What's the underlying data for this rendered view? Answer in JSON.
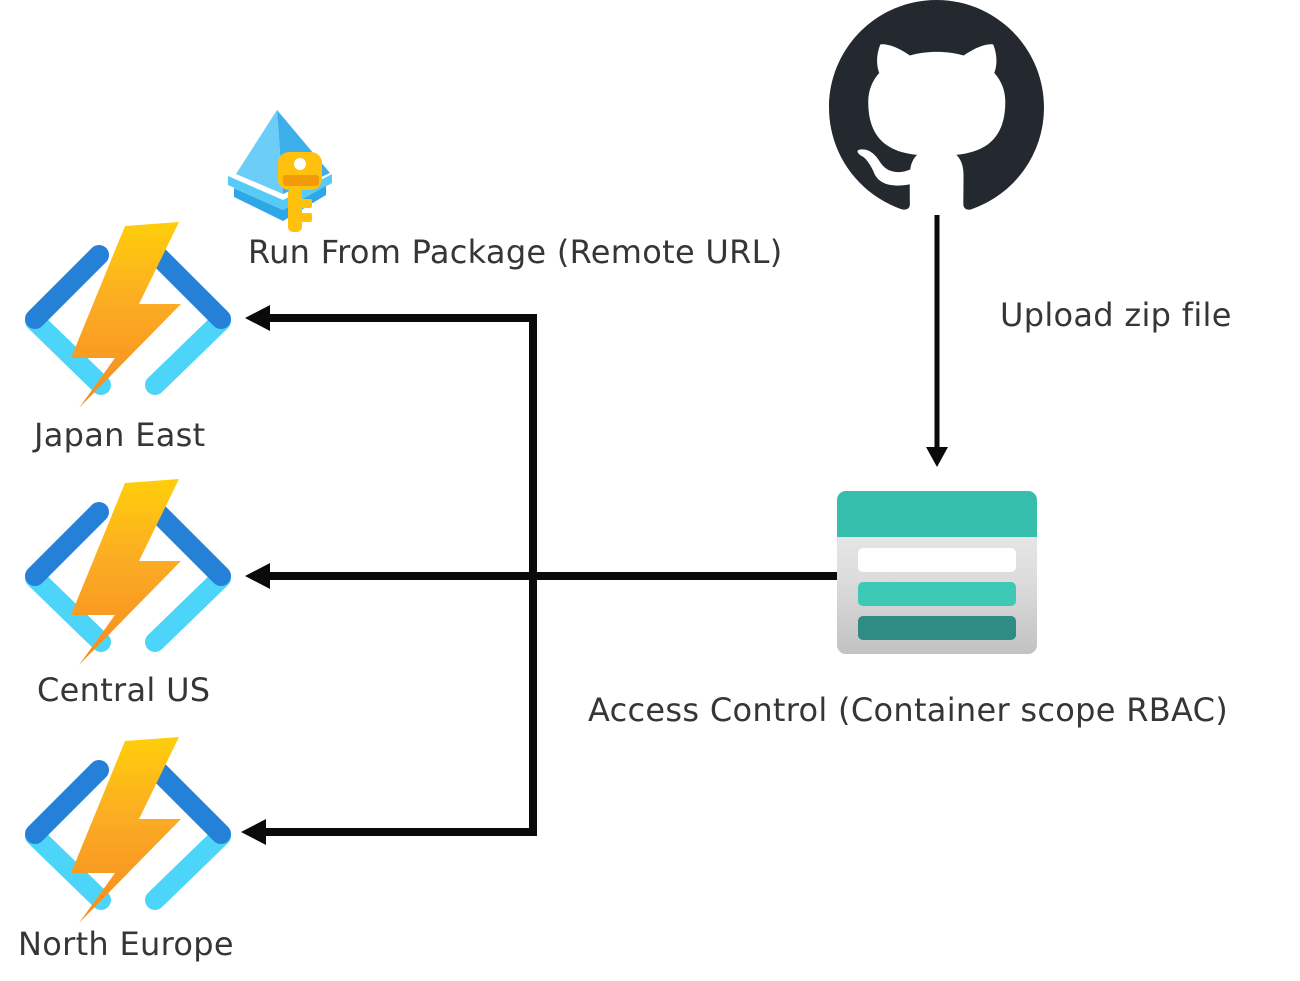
{
  "diagram": {
    "type": "architecture-flow",
    "background": "#FFFFFF"
  },
  "nodes": {
    "github": {
      "icon": "github-icon"
    },
    "storage": {
      "icon": "storage-container-icon",
      "label": "Access Control (Container scope RBAC)"
    },
    "package": {
      "icon": "run-from-package-icon",
      "label": "Run From Package (Remote URL)"
    },
    "regions": [
      {
        "icon": "azure-functions-icon",
        "label": "Japan East"
      },
      {
        "icon": "azure-functions-icon",
        "label": "Central US"
      },
      {
        "icon": "azure-functions-icon",
        "label": "North Europe"
      }
    ]
  },
  "edges": {
    "upload": {
      "from": "github",
      "to": "storage",
      "label": "Upload zip file"
    },
    "fanout": [
      {
        "from": "storage",
        "to": "Japan East"
      },
      {
        "from": "storage",
        "to": "Central US"
      },
      {
        "from": "storage",
        "to": "North Europe"
      }
    ]
  },
  "colors": {
    "github_mark": "#24292F",
    "arrow": "#0A0A0A",
    "text": "#363636",
    "bolt_top": "#FFCE0A",
    "bolt_bottom": "#F68B1F",
    "bracket_dark": "#2581D8",
    "bracket_light": "#4CD5F9",
    "container_header_teal": "#35BEAC",
    "container_bar_teal": "#3DC9B5",
    "container_bar_dark_teal": "#2E8C84",
    "container_body_gray": "#D9D9D9",
    "pyramid_left": "#6CCDF6",
    "pyramid_right": "#3DAEE9",
    "platform_light": "#55CBF5",
    "platform_dark": "#2EA7E7",
    "key_gold": "#FFC10D",
    "key_accent": "#F19A0A"
  }
}
